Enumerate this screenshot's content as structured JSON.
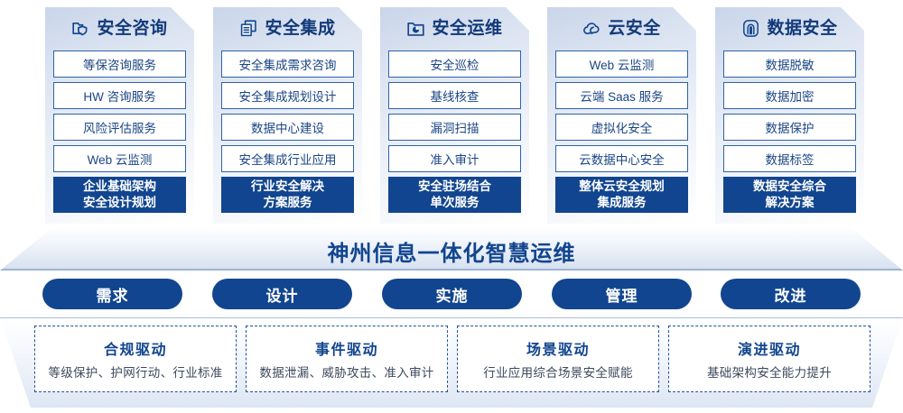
{
  "pillars": [
    {
      "icon": "folder-shield-icon",
      "title": "安全咨询",
      "items": [
        "等保咨询服务",
        "HW 咨询服务",
        "风险评估服务",
        "Web 云监测"
      ],
      "highlight": [
        "企业基础架构",
        "安全设计规划"
      ]
    },
    {
      "icon": "stacked-documents-icon",
      "title": "安全集成",
      "items": [
        "安全集成需求咨询",
        "安全集成规划设计",
        "数据中心建设",
        "安全集成行业应用"
      ],
      "highlight": [
        "行业安全解决",
        "方案服务"
      ]
    },
    {
      "icon": "folder-chart-icon",
      "title": "安全运维",
      "items": [
        "安全巡检",
        "基线核查",
        "漏洞扫描",
        "准入审计"
      ],
      "highlight": [
        "安全驻场结合",
        "单次服务"
      ]
    },
    {
      "icon": "cloud-icon",
      "title": "云安全",
      "items": [
        "Web 云监测",
        "云端 Saas 服务",
        "虚拟化安全",
        "云数据中心安全"
      ],
      "highlight": [
        "整体云安全规划",
        "集成服务"
      ]
    },
    {
      "icon": "fingerprint-icon",
      "title": "数据安全",
      "items": [
        "数据脱敏",
        "数据加密",
        "数据保护",
        "数据标签"
      ],
      "highlight": [
        "数据安全综合",
        "解决方案"
      ]
    }
  ],
  "banner": {
    "text": "神州信息一体化智慧运维"
  },
  "phases": [
    {
      "label": "需求"
    },
    {
      "label": "设计"
    },
    {
      "label": "实施"
    },
    {
      "label": "管理"
    },
    {
      "label": "改进"
    }
  ],
  "drivers": [
    {
      "title": "合规驱动",
      "subtitle": "等级保护、护网行动、行业标准"
    },
    {
      "title": "事件驱动",
      "subtitle": "数据泄漏、威胁攻击、准入审计"
    },
    {
      "title": "场景驱动",
      "subtitle": "行业应用综合场景安全赋能"
    },
    {
      "title": "演进驱动",
      "subtitle": "基础架构安全能力提升"
    }
  ],
  "colors": {
    "brand_dark_blue": "#12458f",
    "border_blue": "#2f62ab",
    "text_blue": "#1b4584",
    "card_bg_top": "#c9d5e9",
    "white": "#ffffff"
  }
}
